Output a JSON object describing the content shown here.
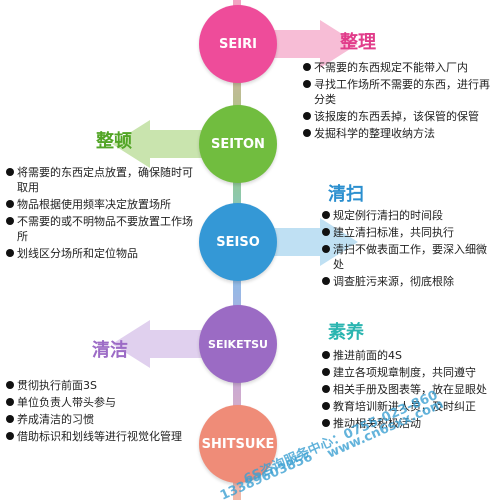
{
  "seiri": {
    "label": "SEIRI",
    "title": "整理",
    "items": [
      "不需要的东西规定不能带入厂内",
      "寻找工作场所不需要的东西，进行再分类",
      "该报废的东西丢掉，该保管的保管",
      "发掘科学的整理收纳方法"
    ]
  },
  "seiton": {
    "label": "SEITON",
    "title": "整顿",
    "items": [
      "将需要的东西定点放置，确保随时可取用",
      "物品根据使用频率决定放置场所",
      "不需要的或不明物品不要放置工作场所",
      "划线区分场所和定位物品"
    ]
  },
  "seiso": {
    "label": "SEISO",
    "title": "清扫",
    "items": [
      "规定例行清扫的时间段",
      "建立清扫标准，共同执行",
      "清扫不做表面工作，要深入细微处",
      "调查脏污来源，彻底根除"
    ]
  },
  "seiketsu": {
    "label": "SEIKETSU",
    "title": "清洁",
    "items": [
      "贯彻执行前面3S",
      "单位负责人带头参与",
      "养成清洁的习惯",
      "借助标识和划线等进行视觉化管理"
    ]
  },
  "shitsuke": {
    "label": "SHITSUKE",
    "title": "素养",
    "items": [
      "推进前面的4S",
      "建立各项规章制度，共同遵守",
      "相关手册及图表等，放在显眼处",
      "教育培训新进人员，及时纠正",
      "推动相关积极活动"
    ]
  },
  "watermark": {
    "line1": "6S咨询服务中心：0755-023-860",
    "line2": "13389603856",
    "line3": "www.cn6sxx.com"
  },
  "colors": {
    "seiri": "#ee4c9a",
    "seiton": "#71bd3f",
    "seiso": "#3498d6",
    "seiketsu": "#9b6bc4",
    "shitsuke": "#ef8c78"
  }
}
